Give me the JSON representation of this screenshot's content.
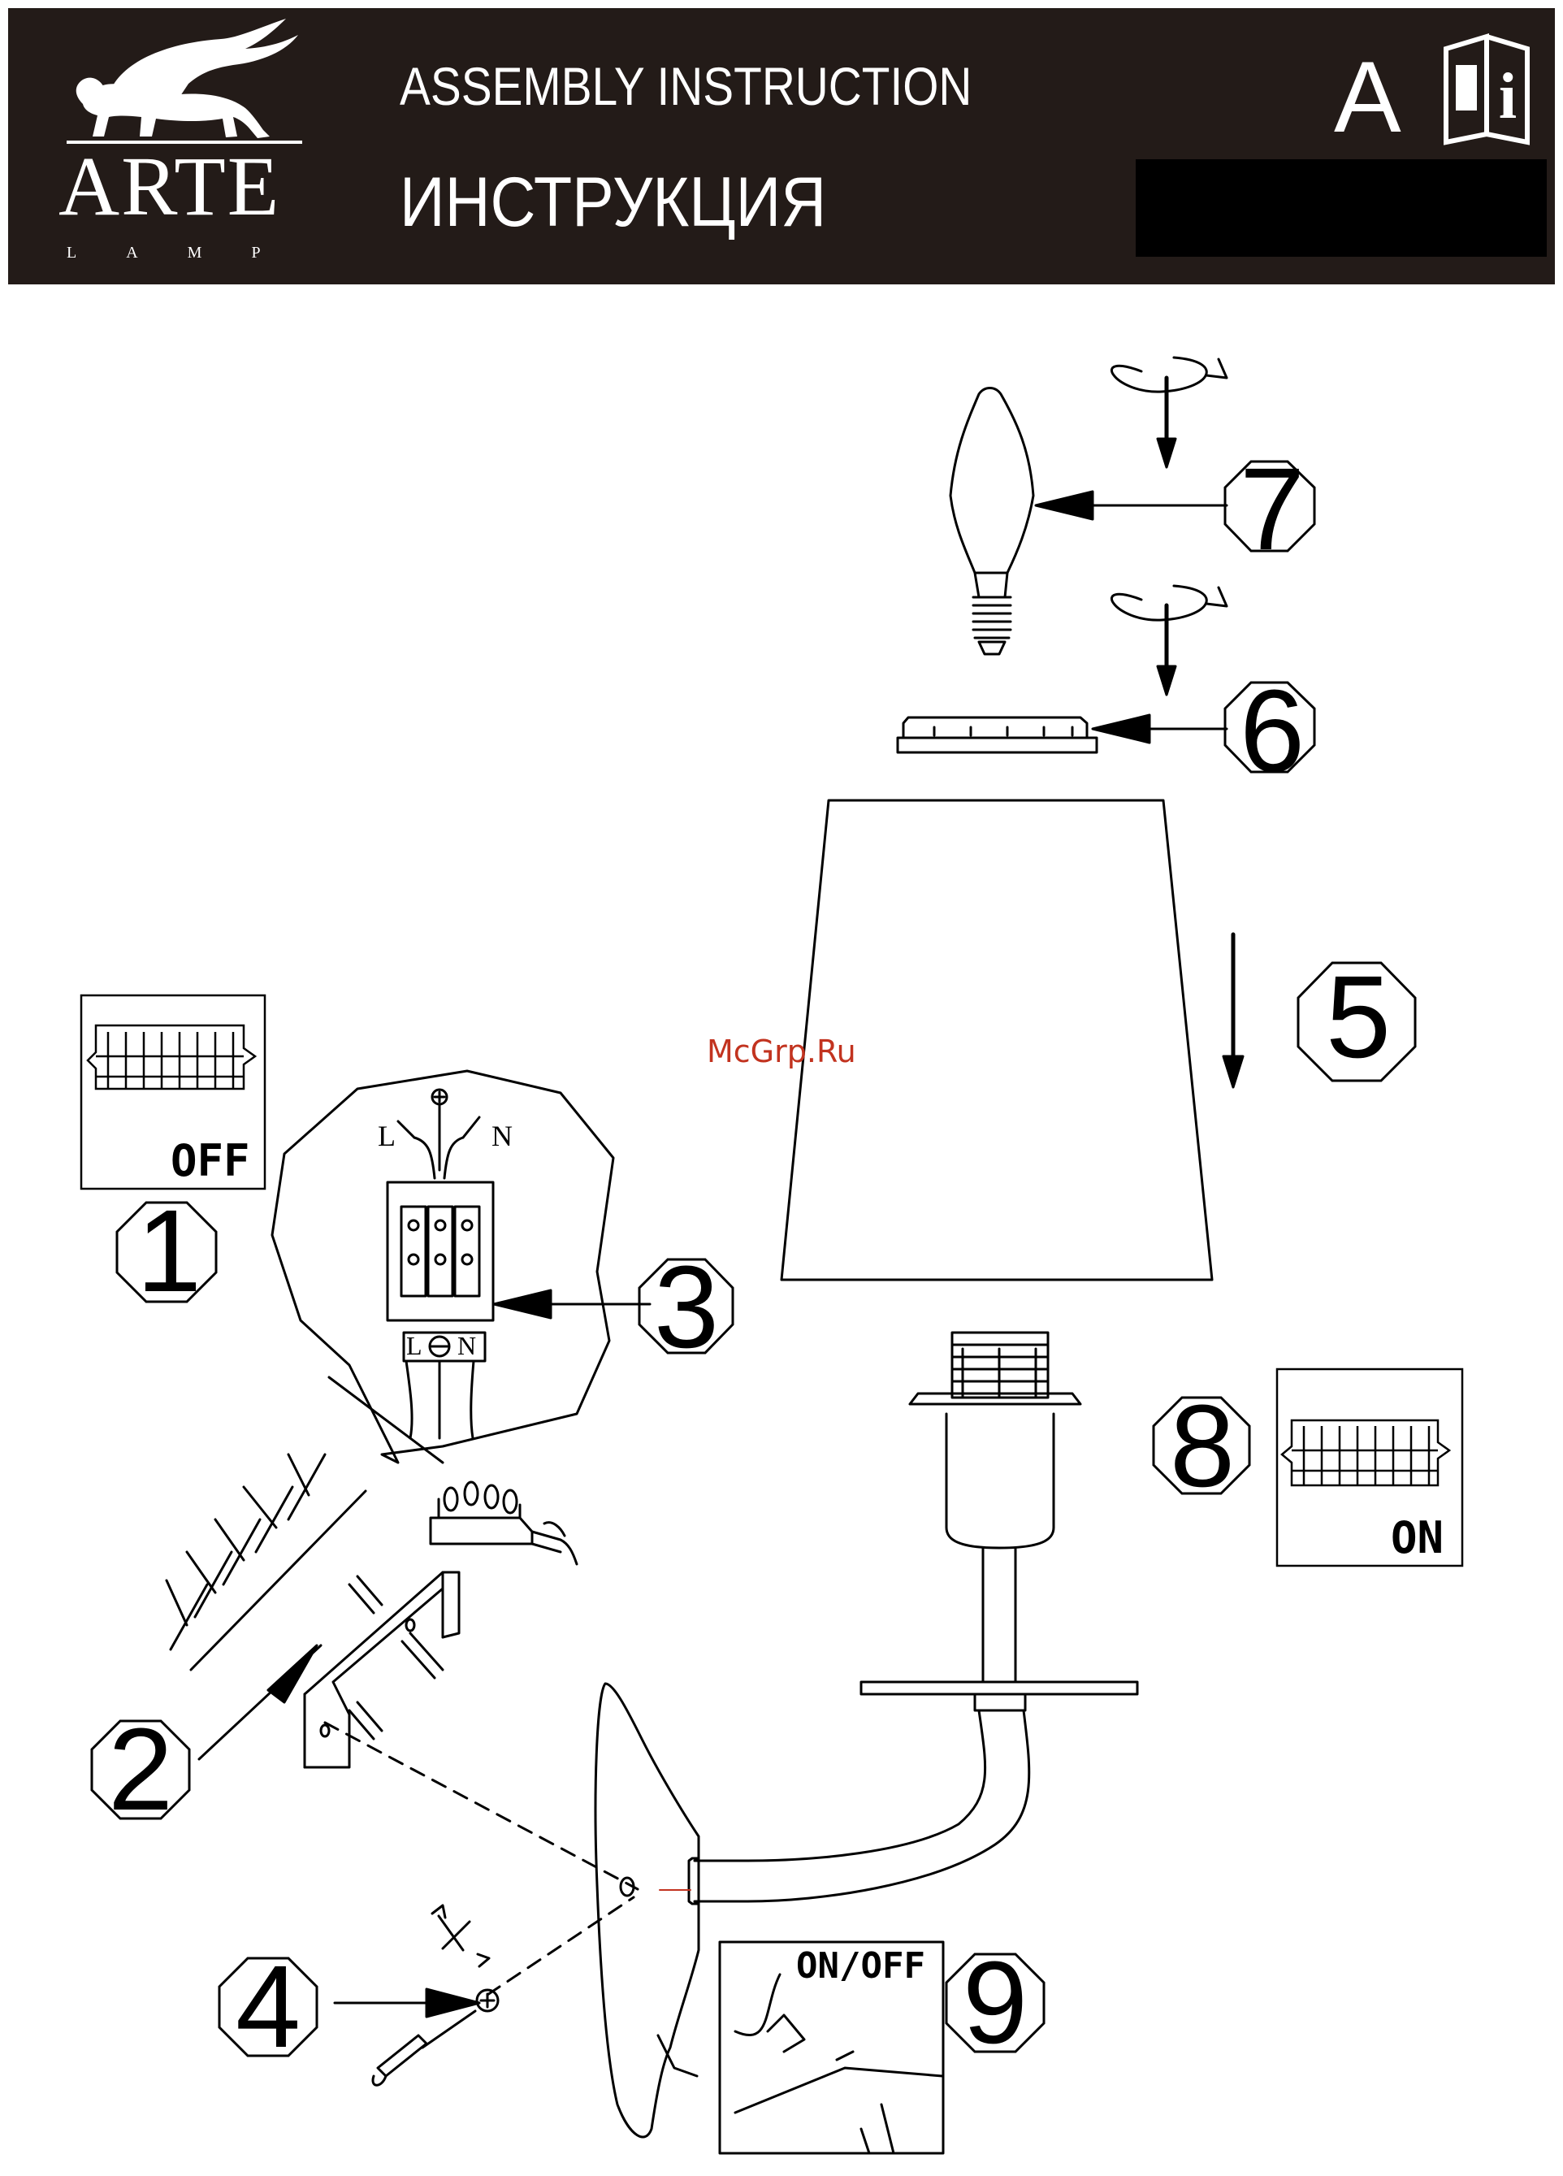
{
  "header": {
    "brand_name": "ARTE",
    "brand_sub": "LAMP",
    "title_en": "ASSEMBLY INSTRUCTION",
    "title_ru": "ИНСТРУКЦИЯ",
    "document_letter": "A",
    "info_badge": "i"
  },
  "steps": [
    "1",
    "2",
    "3",
    "4",
    "5",
    "6",
    "7",
    "8",
    "9"
  ],
  "switch_labels": {
    "off": "OFF",
    "on": "ON",
    "on_off": "ON/OFF"
  },
  "terminal_labels": {
    "live": "L",
    "neutral": "N"
  },
  "watermark": "McGrp.Ru",
  "icons": [
    "winged-lion-logo-icon",
    "info-book-icon",
    "ground-symbol-icon",
    "screwdriver-icon",
    "rotate-arrow-icon"
  ],
  "colors": {
    "header_bg": "#231b18",
    "header_text": "#ffffff",
    "line": "#000000",
    "watermark": "#c2331f"
  }
}
